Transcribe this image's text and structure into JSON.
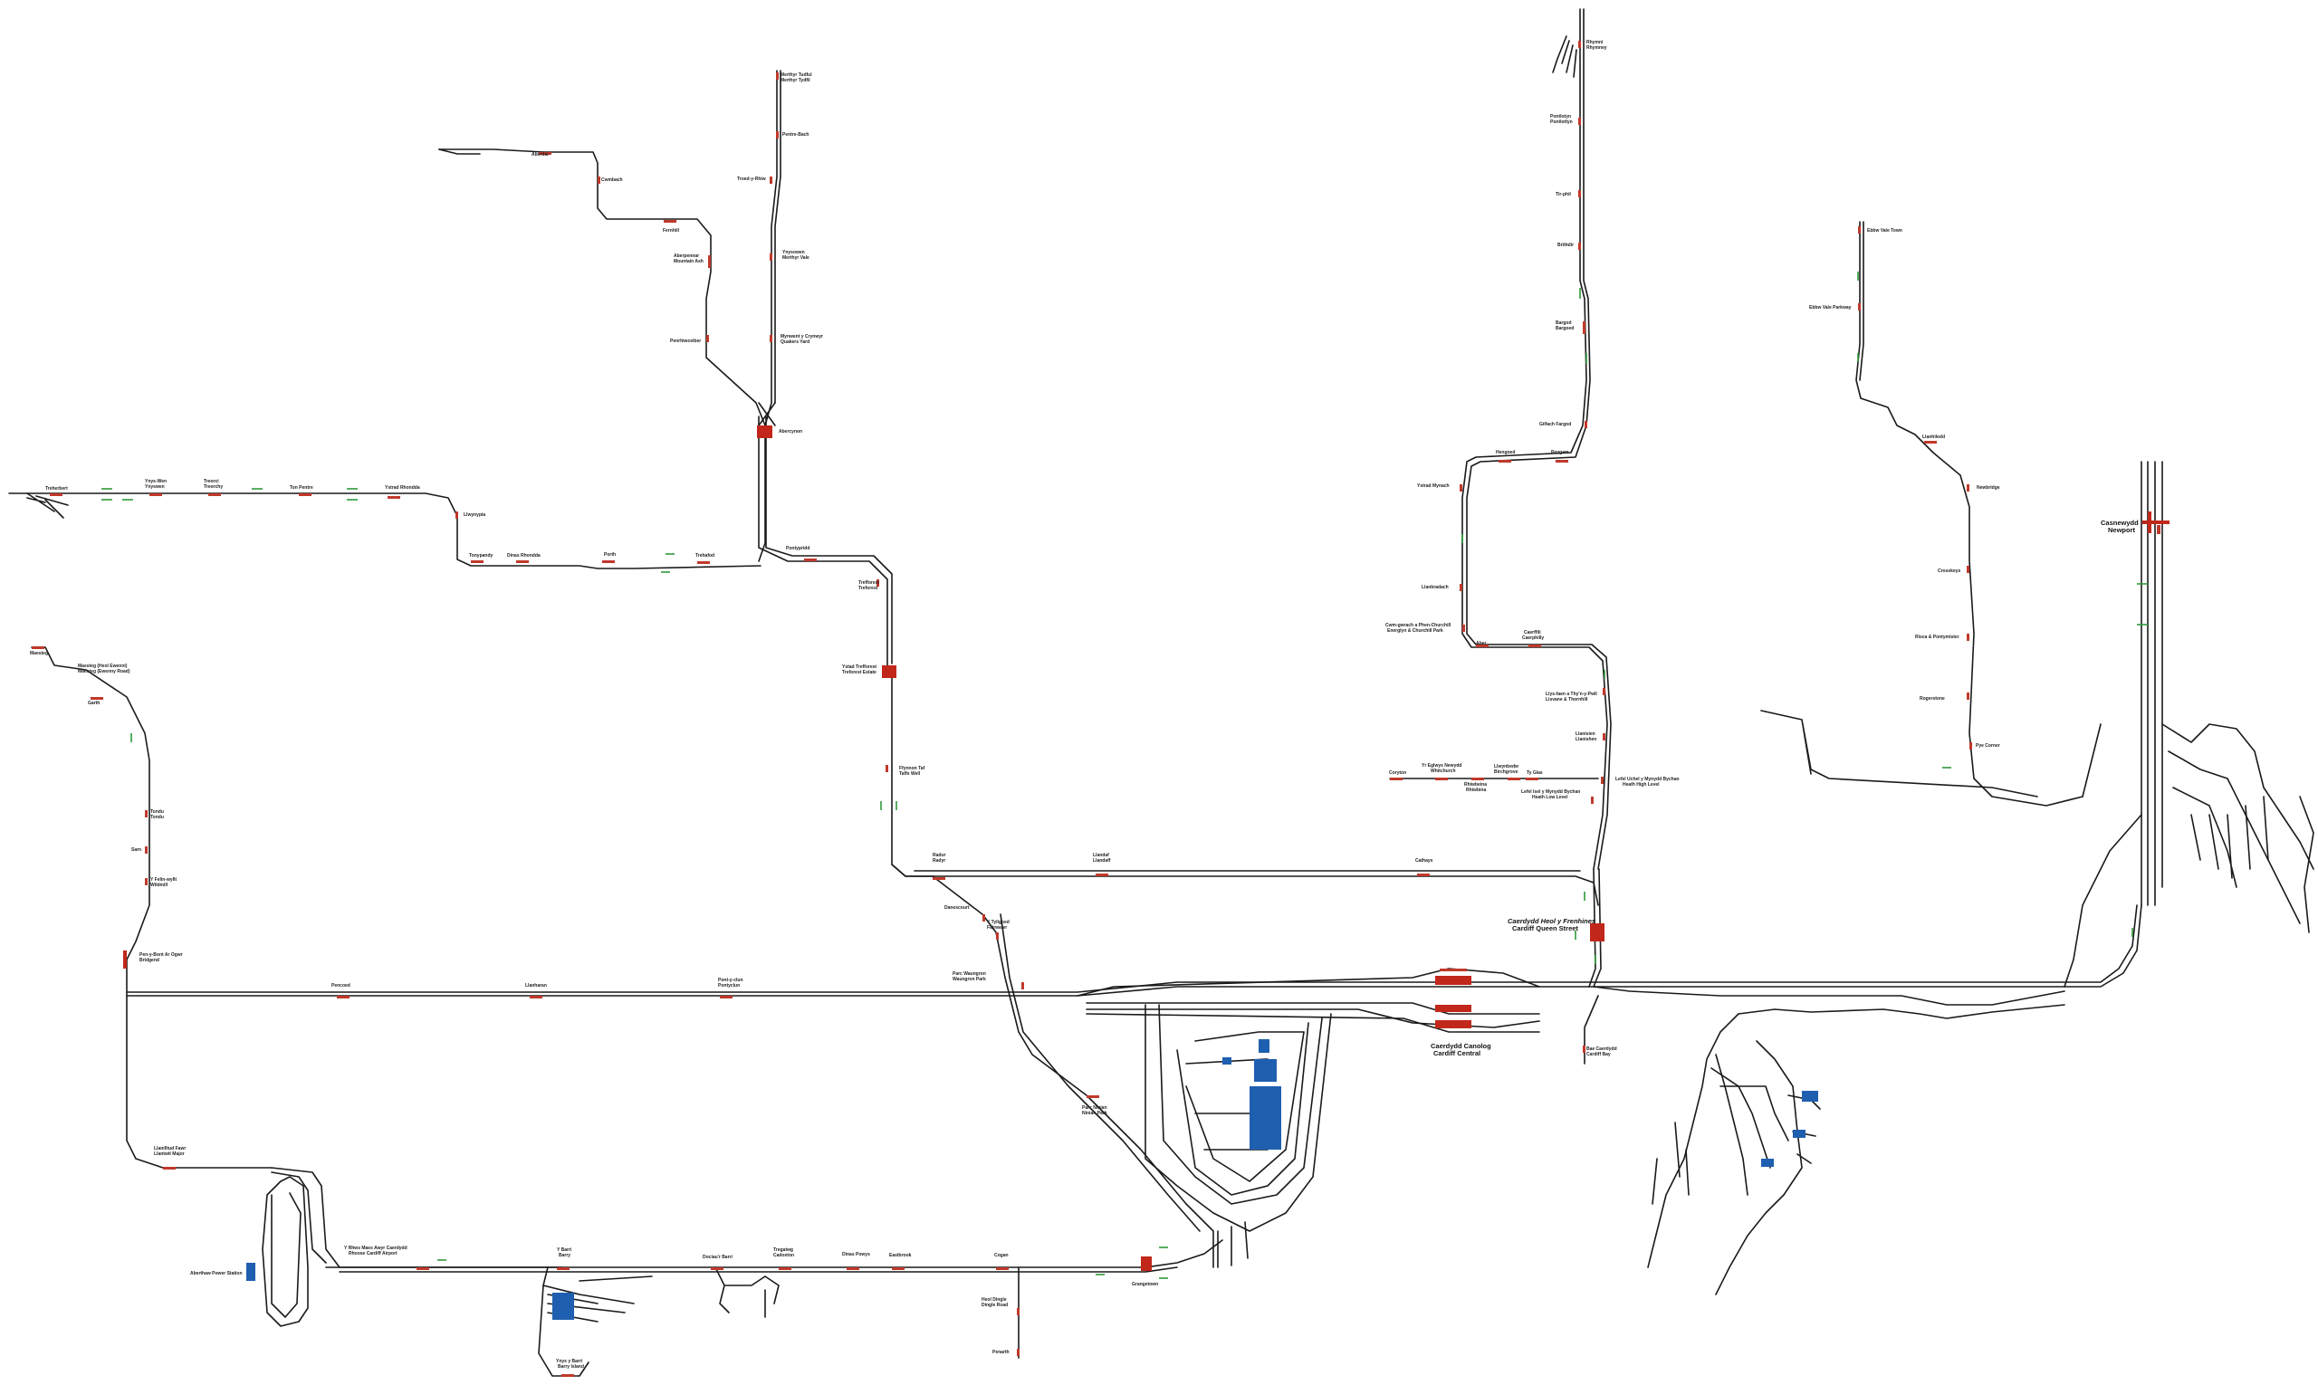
{
  "stations": {
    "merthyr_1": "Merthyr Tudful",
    "merthyr_2": "Merthyr Tydfil",
    "pentre_bach": "Pentre-Bach",
    "troedyrhiw": "Troed-y-Rhiw",
    "ynysowen_1": "Ynysowen",
    "ynysowen_2": "Merthyr Vale",
    "mynwent_1": "Mynwent y Crynwyr",
    "mynwent_2": "Quakers Yard",
    "abercynon": "Abercynon",
    "aberdar": "Aberdar",
    "cwmbach": "Cwmbach",
    "fernhill": "Fernhill",
    "aberpennar_1": "Aberpennar",
    "aberpennar_2": "Mountain Ash",
    "penrhiwceiber": "Penrhiwceiber",
    "treherbert": "Treherbert",
    "ynyswen_1": "Ynys-Wen",
    "ynyswen_2": "Ynyswen",
    "treorci_1": "Treorci",
    "treorci_2": "Treorchy",
    "tonpentre": "Ton Pentre",
    "ystrad_rhondda": "Ystrad Rhondda",
    "llwynypia": "Llwynypia",
    "tonypandy": "Tonypandy",
    "dinas_rhondda": "Dinas Rhondda",
    "porth": "Porth",
    "trehafod": "Trehafod",
    "pontypridd": "Pontypridd",
    "trefforest_1": "Trefforest",
    "trefforest_2": "Treforest",
    "ystad_1": "Ystad Trefforest",
    "ystad_2": "Treforest Estate",
    "ffynnon_1": "Ffynnon Taf",
    "ffynnon_2": "Taffs Well",
    "radyr_1": "Radur",
    "radyr_2": "Radyr",
    "llandaf_1": "Llandaf",
    "llandaf_2": "Llandaff",
    "cathays": "Cathays",
    "danescourt": "Danescourt",
    "fairwater_1": "Y Tyllgoed",
    "fairwater_2": "Fairwater",
    "ninian_1": "Parc Waungron",
    "ninian_2": "Waungron Park",
    "ninian_park_1": "Parc Ninian",
    "ninian_park_2": "Ninian Park",
    "maesteg": "Maesteg",
    "maesteg_ewenny_1": "Maesteg (Heol Ewenni)",
    "maesteg_ewenny_2": "Maesteg (Ewenny Road)",
    "garth": "Garth",
    "tondu_1": "Tondu",
    "tondu_2": "Tondu",
    "sarn": "Sarn",
    "wildmill_1": "Y Felin-wyllt",
    "wildmill_2": "Wildmill",
    "bridgend_1": "Pen-y-Bont Ar Ogwr",
    "bridgend_2": "Bridgend",
    "pencoed": "Pencoed",
    "llanharan": "Llanharan",
    "pontyclun_1": "Pont-y-clun",
    "pontyclun_2": "Pontyclun",
    "llantwit_1": "Llanilltud Fawr",
    "llantwit_2": "Llantwit Major",
    "aberthaw": "Aberthaw Power Station",
    "rhoose_1": "Y Rhws Maes Awyr Caerdydd",
    "rhoose_2": "Rhoose Cardiff Airport",
    "barry_1": "Y Barri",
    "barry_2": "Barry",
    "barry_island_1": "Ynys y Barri",
    "barry_island_2": "Barry Island",
    "barry_docks": "Dociau'r Barri",
    "cadoxton_1": "Tregatwg",
    "cadoxton_2": "Cadoxton",
    "dinas_powys": "Dinas Powys",
    "eastbrook": "Eastbrook",
    "cogan": "Cogan",
    "dingle_1": "Heol Dingle",
    "dingle_2": "Dingle Road",
    "penarth": "Penarth",
    "grangetown": "Grangetown",
    "cardiff_central_1": "Caerdydd Canolog",
    "cardiff_central_2": "Cardiff Central",
    "queen_st_1": "Caerdydd Heol y Frenhines",
    "queen_st_2": "Cardiff Queen Street",
    "cardiff_bay_1": "Bae Caerdydd",
    "cardiff_bay_2": "Cardiff Bay",
    "rhymney_1": "Rhymni",
    "rhymney_2": "Rhymney",
    "pontlottyn_1": "Pontlotyn",
    "pontlottyn_2": "Pontlottyn",
    "tirphil": "Tir-phil",
    "brithdir": "Brithdir",
    "bargoed_1": "Bargod",
    "bargoed_2": "Bargoed",
    "gilfach": "Gilfach Fargod",
    "pengam": "Pengam",
    "hengoed": "Hengoed",
    "ystrad_mynach": "Ystrad Mynach",
    "llanbradach": "Llanbradach",
    "aber": "Aber",
    "caerphilly_1": "Caerffili",
    "caerphilly_2": "Caerphilly",
    "energlyn_1": "Cwm-gwrach a Phen-Churchill",
    "energlyn_2": "Energlyn & Churchill Park",
    "lisvane_1": "Llys-faen a Thy'n-y-Pwll",
    "lisvane_2": "Lisvane & Thornhill",
    "llanishen_1": "Llanisien",
    "llanishen_2": "Llanishen",
    "heath_high_1": "Lefel Uchel y Mynydd Bychan",
    "heath_high_2": "Heath High Level",
    "heath_low_1": "Lefel Isel y Mynydd Bychan",
    "heath_low_2": "Heath Low Level",
    "coryton": "Coryton",
    "whitchurch_1": "Yr Eglwys Newydd",
    "whitchurch_2": "Whitchurch",
    "rhiwbina_1": "Rhiwbeina",
    "rhiwbina_2": "Rhiwbina",
    "birchgrove_1": "Llwynbedw",
    "birchgrove_2": "Birchgrove",
    "tygwyn": "Ty Glas",
    "ebbw_town": "Ebbw Vale Town",
    "ebbw_parkway": "Ebbw Vale Parkway",
    "llanhilleth": "Llanhiledd",
    "newbridge": "Newbridge",
    "crosskeys": "Crosskeys",
    "risca": "Risca & Pontymister",
    "rogerstone": "Rogerstone",
    "pye_corner": "Pye Corner",
    "newport_1": "Casnewydd",
    "newport_2": "Newport"
  },
  "colors": {
    "track": "#1a1a1a",
    "platform": "#c0392b",
    "siding": "#1f5fb0",
    "signal_green": "#2e9a3a"
  }
}
